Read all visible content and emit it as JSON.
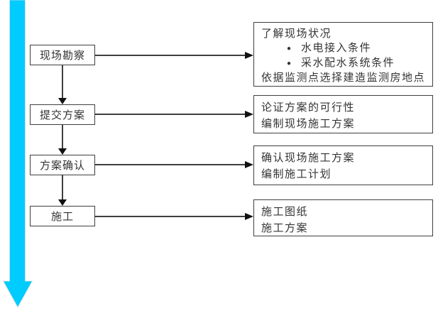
{
  "diagram": {
    "type": "flowchart",
    "direction": "top-to-bottom",
    "colors": {
      "timeline_arrow": "#00ccff",
      "box_border": "#3f3f3f",
      "connector": "#3f3f3f",
      "arrowhead": "#111111",
      "text": "#333333",
      "background": "#ffffff"
    },
    "timeline_arrow": {
      "name": "process-timeline-arrow",
      "direction": "down"
    },
    "steps": [
      {
        "label": "现场勘察"
      },
      {
        "label": "提交方案"
      },
      {
        "label": "方案确认"
      },
      {
        "label": "施工"
      }
    ],
    "details": [
      {
        "lines": [
          {
            "bullet": "",
            "text": "了解现场状况"
          },
          {
            "bullet": "●",
            "text": "水电接入条件"
          },
          {
            "bullet": "●",
            "text": "采水配水系统条件"
          },
          {
            "bullet": "",
            "text": "依据监测点选择建造监测房地点"
          }
        ]
      },
      {
        "lines": [
          {
            "bullet": "",
            "text": "论证方案的可行性"
          },
          {
            "bullet": "",
            "text": "编制现场施工方案"
          }
        ]
      },
      {
        "lines": [
          {
            "bullet": "",
            "text": "确认现场施工方案"
          },
          {
            "bullet": "",
            "text": "编制施工计划"
          }
        ]
      },
      {
        "lines": [
          {
            "bullet": "",
            "text": "施工图纸"
          },
          {
            "bullet": "",
            "text": "施工方案"
          }
        ]
      }
    ]
  }
}
